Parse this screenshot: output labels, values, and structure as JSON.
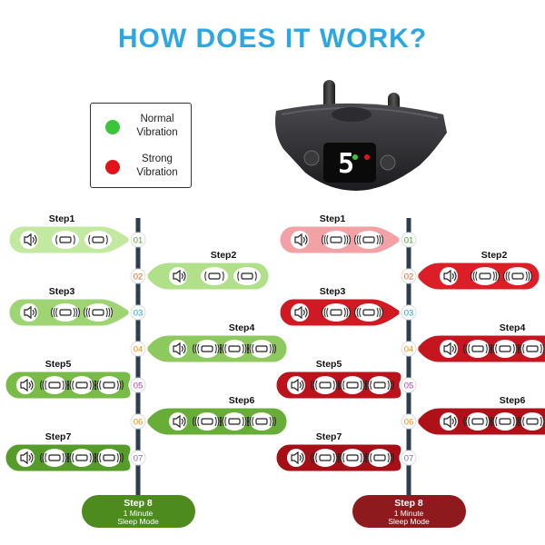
{
  "title": "HOW DOES IT WORK?",
  "colors": {
    "title": "#2ea7e0",
    "green_dot": "#3cc53a",
    "red_dot": "#e0131b",
    "axis": "#2c3e50"
  },
  "legend": {
    "normal_label": "Normal Vibration",
    "strong_label": "Strong Vibration"
  },
  "device": {
    "display": "5"
  },
  "columns": [
    {
      "id": "normal",
      "theme": "green",
      "steps": [
        {
          "label": "Step1",
          "number": "01",
          "icons": [
            "speaker-icon",
            "normal-vibration-icon",
            "normal-vibration-icon"
          ]
        },
        {
          "label": "Step2",
          "number": "02",
          "icons": [
            "speaker-icon",
            "normal-vibration-icon",
            "normal-vibration-icon"
          ]
        },
        {
          "label": "Step3",
          "number": "03",
          "icons": [
            "speaker-icon",
            "normal-vibration-icon",
            "normal-vibration-icon"
          ]
        },
        {
          "label": "Step4",
          "number": "04",
          "icons": [
            "speaker-icon",
            "normal-vibration-icon",
            "normal-vibration-icon",
            "normal-vibration-icon"
          ]
        },
        {
          "label": "Step5",
          "number": "05",
          "icons": [
            "speaker-icon",
            "normal-vibration-icon",
            "normal-vibration-icon",
            "normal-vibration-icon"
          ]
        },
        {
          "label": "Step6",
          "number": "06",
          "icons": [
            "speaker-icon",
            "normal-vibration-icon",
            "normal-vibration-icon",
            "normal-vibration-icon"
          ]
        },
        {
          "label": "Step7",
          "number": "07",
          "icons": [
            "speaker-icon",
            "normal-vibration-icon",
            "normal-vibration-icon",
            "normal-vibration-icon"
          ]
        }
      ],
      "final": {
        "label": "Step 8",
        "line1": "1 Minute",
        "line2": "Sleep Mode"
      }
    },
    {
      "id": "strong",
      "theme": "red",
      "steps": [
        {
          "label": "Step1",
          "number": "01",
          "icons": [
            "speaker-icon",
            "strong-vibration-icon",
            "strong-vibration-icon"
          ]
        },
        {
          "label": "Step2",
          "number": "02",
          "icons": [
            "speaker-icon",
            "strong-vibration-icon",
            "strong-vibration-icon"
          ]
        },
        {
          "label": "Step3",
          "number": "03",
          "icons": [
            "speaker-icon",
            "strong-vibration-icon",
            "strong-vibration-icon"
          ]
        },
        {
          "label": "Step4",
          "number": "04",
          "icons": [
            "speaker-icon",
            "strong-vibration-icon",
            "strong-vibration-icon",
            "strong-vibration-icon"
          ]
        },
        {
          "label": "Step5",
          "number": "05",
          "icons": [
            "speaker-icon",
            "strong-vibration-icon",
            "strong-vibration-icon",
            "strong-vibration-icon"
          ]
        },
        {
          "label": "Step6",
          "number": "06",
          "icons": [
            "speaker-icon",
            "strong-vibration-icon",
            "strong-vibration-icon",
            "strong-vibration-icon"
          ]
        },
        {
          "label": "Step7",
          "number": "07",
          "icons": [
            "speaker-icon",
            "strong-vibration-icon",
            "strong-vibration-icon",
            "strong-vibration-icon"
          ]
        }
      ],
      "final": {
        "label": "Step 8",
        "line1": "1 Minute",
        "line2": "Sleep Mode"
      }
    }
  ]
}
